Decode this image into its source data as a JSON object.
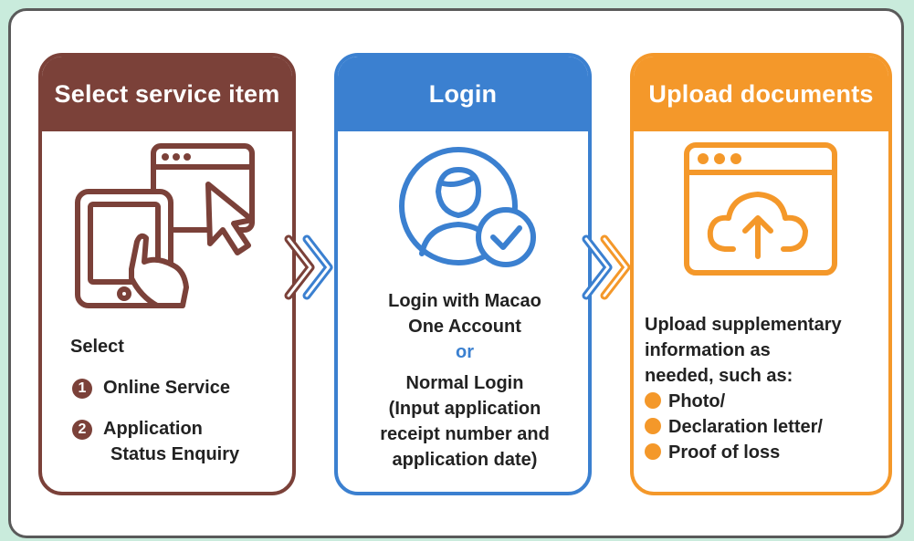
{
  "steps": [
    {
      "title": "Select service item",
      "intro": "Select",
      "options": [
        {
          "num": "1",
          "label_lines": [
            "Online Service"
          ]
        },
        {
          "num": "2",
          "label_lines": [
            "Application",
            "Status Enquiry"
          ]
        }
      ]
    },
    {
      "title": "Login",
      "lines_top": [
        "Login with Macao",
        "One Account"
      ],
      "or": "or",
      "lines_bottom": [
        "Normal Login",
        "(Input application",
        "receipt number and",
        "application date)"
      ]
    },
    {
      "title": "Upload documents",
      "lines": [
        "Upload supplementary",
        "information as",
        "needed, such as:"
      ],
      "bullets": [
        "Photo/",
        "Declaration letter/",
        "Proof of loss"
      ]
    }
  ],
  "colors": {
    "step1": "#7b4139",
    "step2": "#3b80d0",
    "step3": "#f4982a",
    "background": "#c9ebdc"
  }
}
